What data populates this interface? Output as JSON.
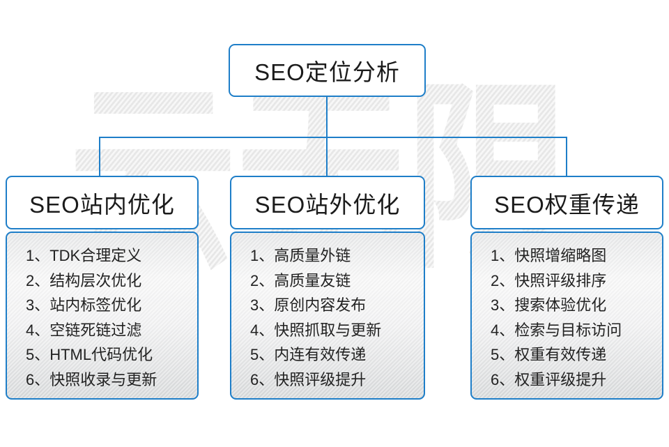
{
  "watermark": {
    "text": "云无限",
    "color": "#ececec"
  },
  "colors": {
    "line_blue": "#1e7ec8",
    "node_border": "#1e7ec8",
    "text": "#1b1b1b",
    "panel_gradient_top": "#e7e8e9",
    "panel_gradient_bottom": "#d8dadb"
  },
  "root_node": {
    "label": "SEO定位分析"
  },
  "branches": [
    {
      "title": "SEO站内优化",
      "items": [
        "1、TDK合理定义",
        "2、结构层次优化",
        "3、站内标签优化",
        "4、空链死链过滤",
        "5、HTML代码优化",
        "6、快照收录与更新"
      ]
    },
    {
      "title": "SEO站外优化",
      "items": [
        "1、高质量外链",
        "2、高质量友链",
        "3、原创内容发布",
        "4、快照抓取与更新",
        "5、内连有效传递",
        "6、快照评级提升"
      ]
    },
    {
      "title": "SEO权重传递",
      "items": [
        "1、快照增缩略图",
        "2、快照评级排序",
        "3、搜索体验优化",
        "4、检索与目标访问",
        "5、权重有效传递",
        "6、权重评级提升"
      ]
    }
  ]
}
